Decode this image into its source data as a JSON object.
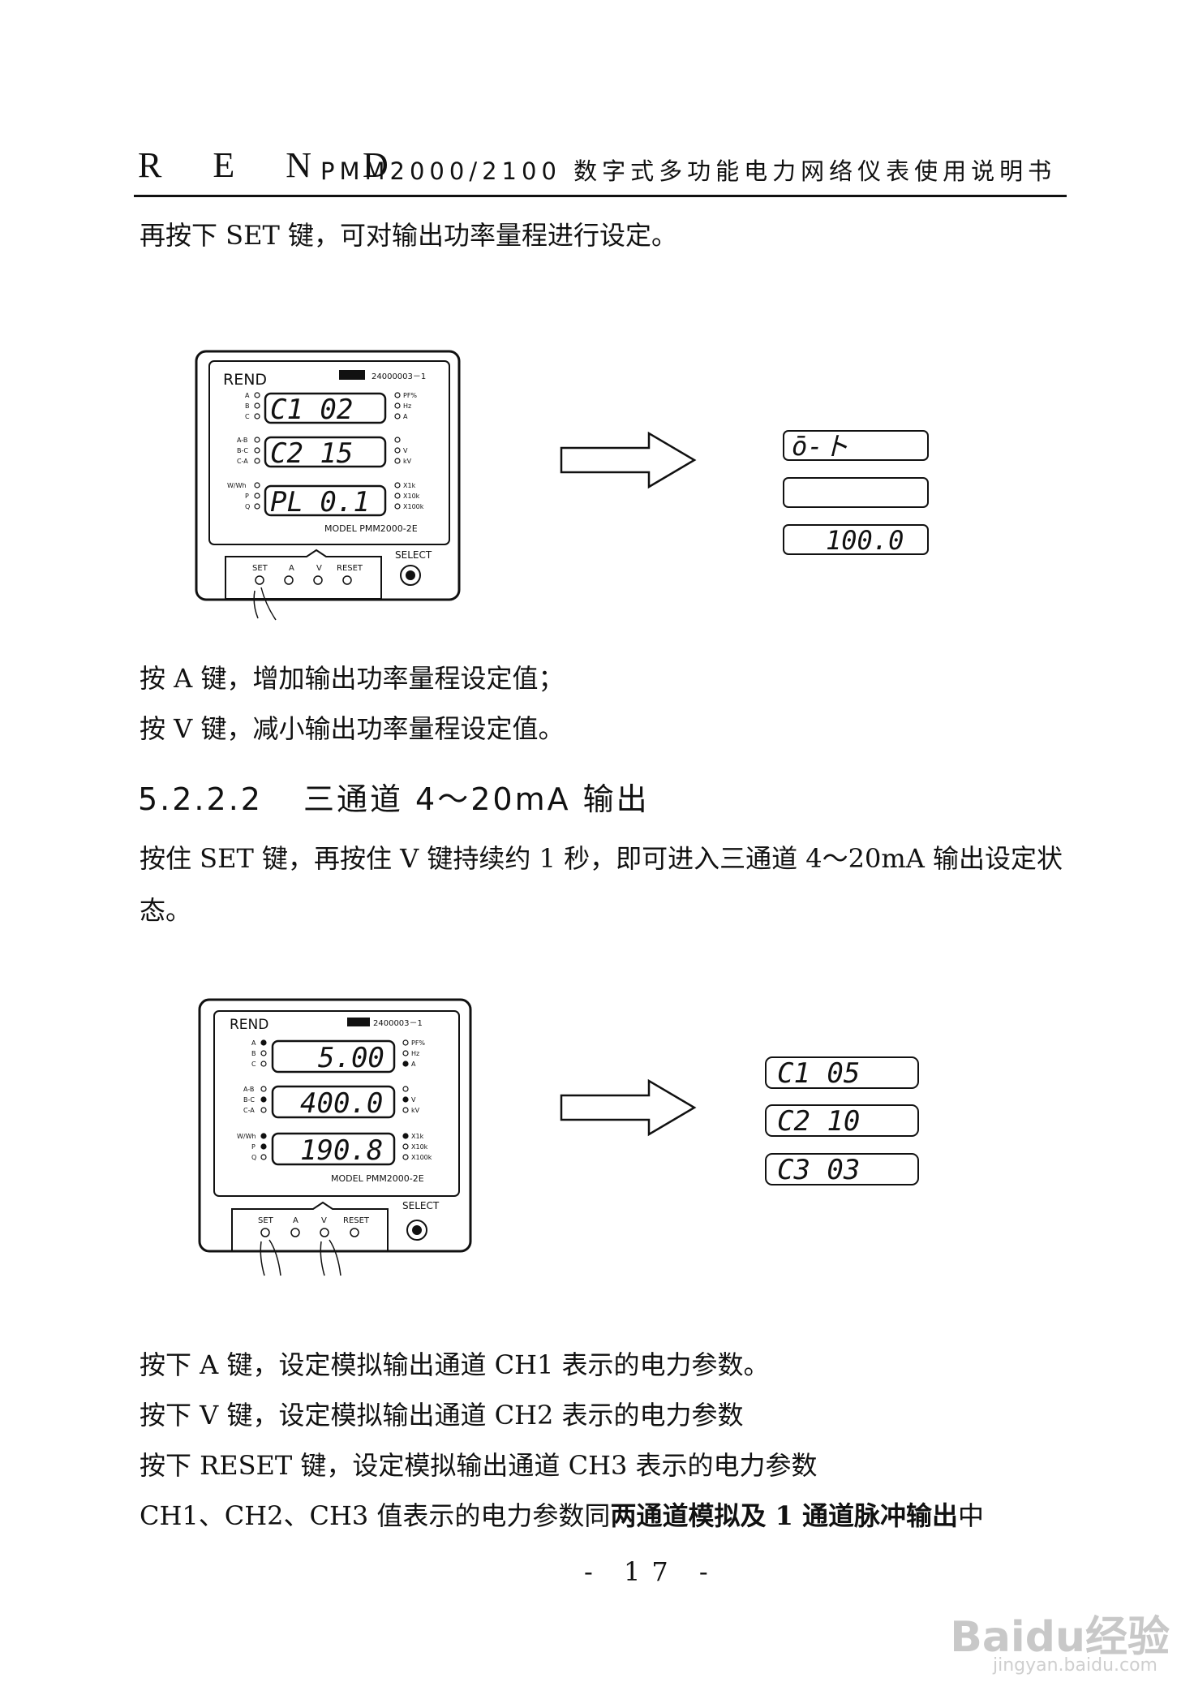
{
  "header": {
    "brand": "R E N D",
    "title": "PMM2000/2100 数字式多功能电力网络仪表使用说明书"
  },
  "paragraphs": {
    "p1": "再按下 SET 键，可对输出功率量程进行设定。",
    "p2": "按 A 键，增加输出功率量程设定值；",
    "p3": "按 V 键，减小输出功率量程设定值。",
    "h_num": "5.2.2.2",
    "h_text": "三通道 4～20mA 输出",
    "p4": "按住 SET 键，再按住 V 键持续约 1 秒，即可进入三通道 4～20mA 输出设定状态。",
    "p5": "按下 A 键，设定模拟输出通道 CH1 表示的电力参数。",
    "p6": "按下 V 键，设定模拟输出通道 CH2 表示的电力参数",
    "p7": "按下 RESET 键，设定模拟输出通道 CH3 表示的电力参数",
    "p8_a": "CH1、CH2、CH3 值表示的电力参数同",
    "p8_b": "两通道模拟及 1 通道脉冲输出",
    "p8_c": "中"
  },
  "figure1": {
    "brand": "REND",
    "cert": "24000003－1",
    "row1": "C1 02",
    "row2": "C2 15",
    "row3": "PL 0.1",
    "model": "MODEL PMM2000-2E",
    "left_labels1": [
      "A",
      "B",
      "C"
    ],
    "left_labels2": [
      "A-B",
      "B-C",
      "C-A"
    ],
    "left_labels3": [
      "W/Wh",
      "P",
      "Q"
    ],
    "right_labels1": [
      "PF%",
      "Hz",
      "A"
    ],
    "right_labels2": [
      "",
      "V",
      "kV"
    ],
    "right_labels3": [
      "X1k",
      "X10k",
      "X100k"
    ],
    "keys": [
      "SET",
      "A",
      "V",
      "RESET"
    ],
    "select": "SELECT",
    "out1": "ō-ト",
    "out2": "",
    "out3": "100.0"
  },
  "figure2": {
    "brand": "REND",
    "cert": "2400003－1",
    "row1": "5.00",
    "row2": "400.0",
    "row3": "190.8",
    "model": "MODEL PMM2000-2E",
    "left_labels1": [
      "A",
      "B",
      "C"
    ],
    "left_labels2": [
      "A-B",
      "B-C",
      "C-A"
    ],
    "left_labels3": [
      "W/Wh",
      "P",
      "Q"
    ],
    "right_labels1": [
      "PF%",
      "Hz",
      "A"
    ],
    "right_labels2": [
      "",
      "V",
      "kV"
    ],
    "right_labels3": [
      "X1k",
      "X10k",
      "X100k"
    ],
    "keys": [
      "SET",
      "A",
      "V",
      "RESET"
    ],
    "select": "SELECT",
    "out1": "C1 05",
    "out2": "C2 10",
    "out3": "C3 03"
  },
  "page_number": "- 17 -",
  "watermark": {
    "logo": "Baidu经验",
    "url": "jingyan.baidu.com"
  }
}
